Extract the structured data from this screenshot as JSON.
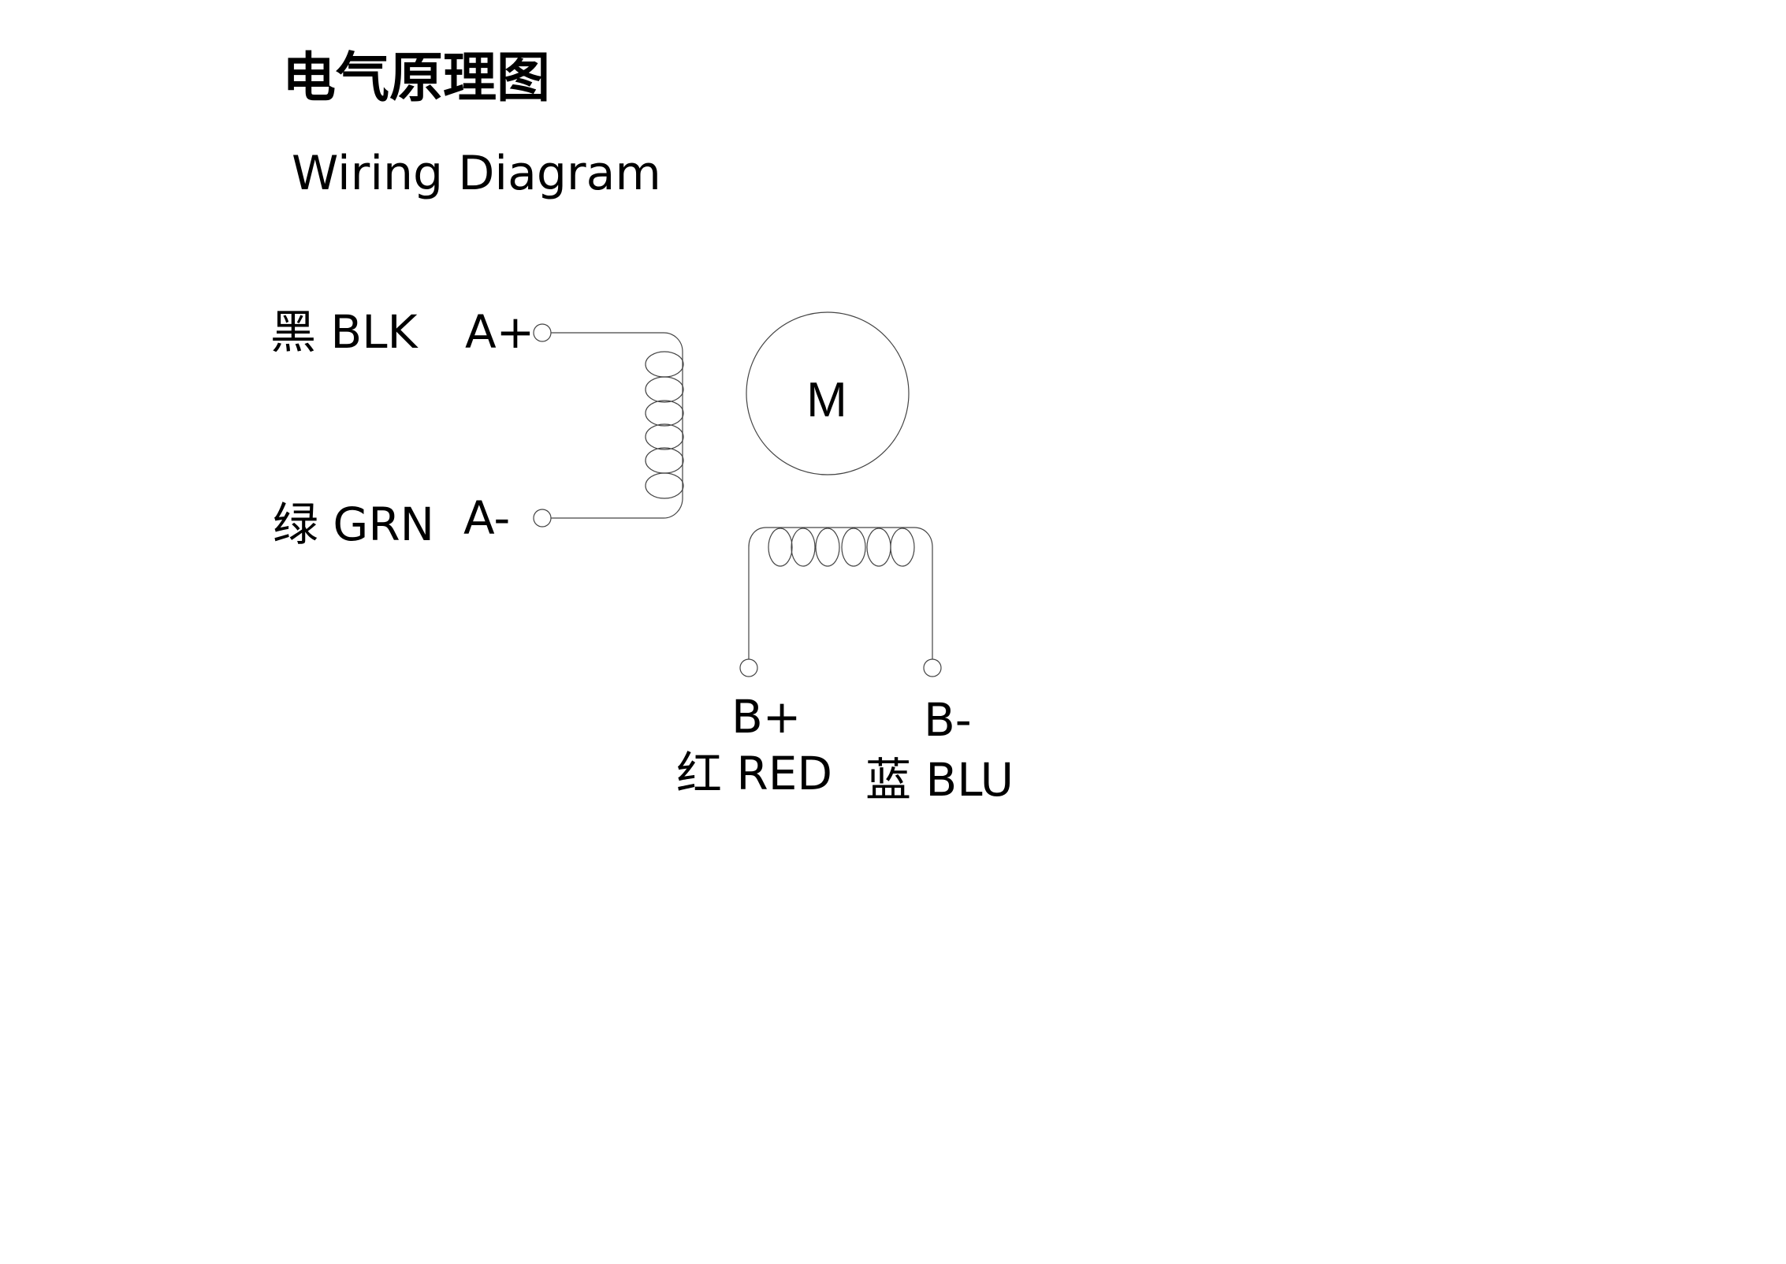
{
  "title_cn": "电气原理图",
  "title_en": "Wiring Diagram",
  "motor": {
    "label": "M"
  },
  "phase_a": {
    "plus": {
      "color": "黑 BLK",
      "terminal": "A+"
    },
    "minus": {
      "color": "绿 GRN",
      "terminal": "A-"
    }
  },
  "phase_b": {
    "plus": {
      "terminal": "B+",
      "color": "红 RED"
    },
    "minus": {
      "terminal": "B-",
      "color": "蓝 BLU"
    }
  },
  "colors": {
    "line": "#444444",
    "text": "#000000",
    "background": "#ffffff"
  }
}
